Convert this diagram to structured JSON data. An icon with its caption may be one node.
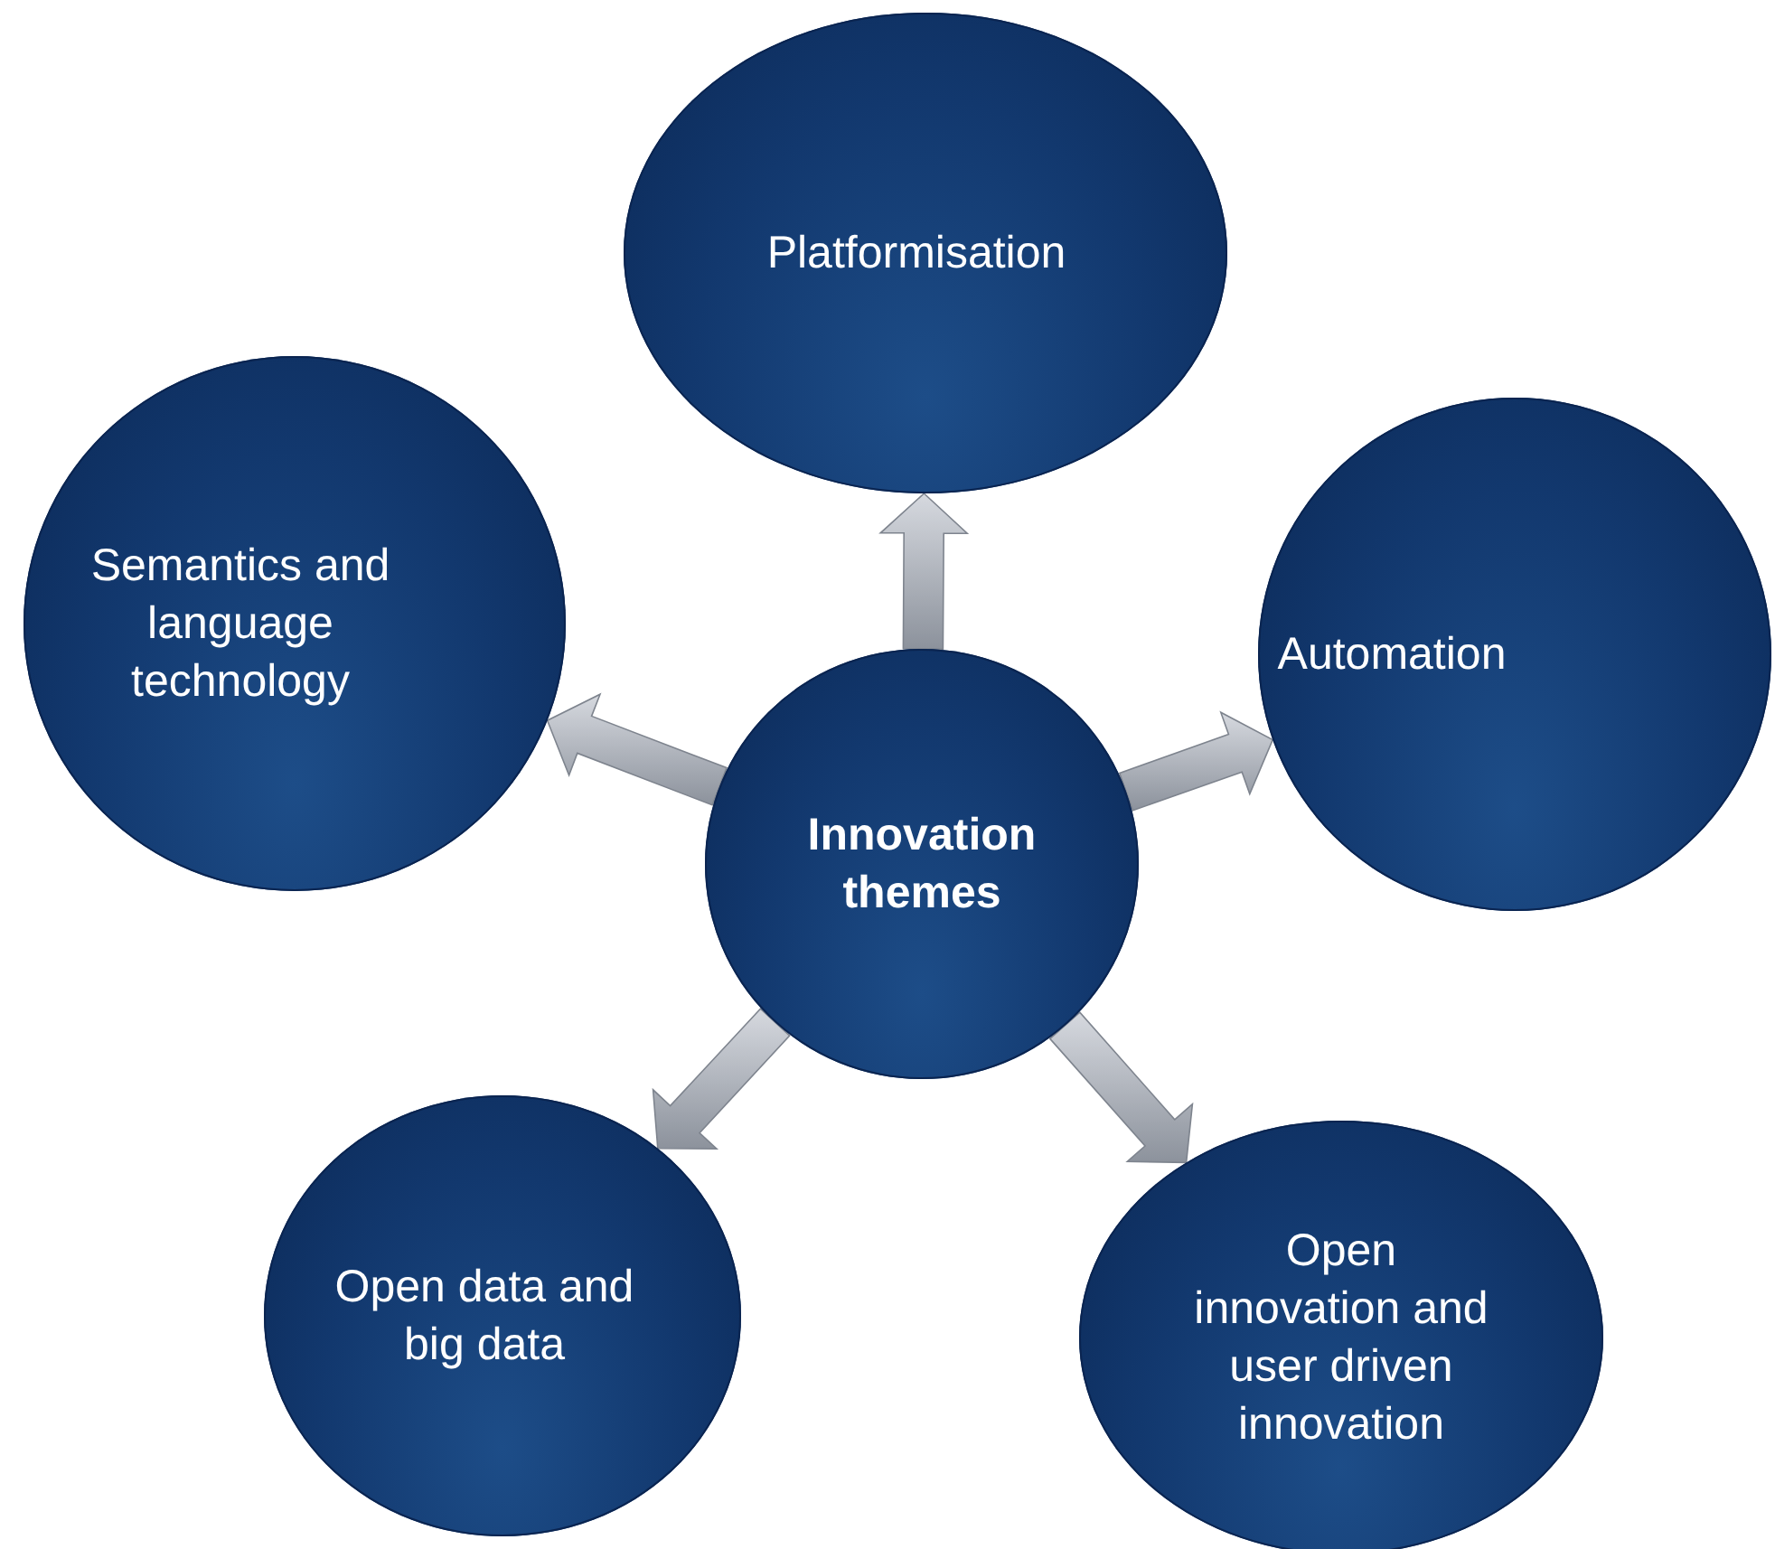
{
  "diagram": {
    "nodes": [
      {
        "text": [
          "Innovation themes"
        ]
      },
      {
        "text": [
          "Platformisation"
        ]
      },
      {
        "text": [
          "Automation"
        ]
      },
      {
        "text": [
          "Open innovation and user driven innovation"
        ]
      },
      {
        "text": [
          "Open data and big data"
        ]
      },
      {
        "text": [
          "Semantics and language technology"
        ]
      }
    ],
    "edges": [
      {
        "from": 0,
        "to": 1,
        "arrow": "to"
      },
      {
        "from": 0,
        "to": 2,
        "arrow": "to"
      },
      {
        "from": 0,
        "to": 3,
        "arrow": "to"
      },
      {
        "from": 0,
        "to": 4,
        "arrow": "to"
      },
      {
        "from": 0,
        "to": 5,
        "arrow": "to"
      }
    ]
  }
}
